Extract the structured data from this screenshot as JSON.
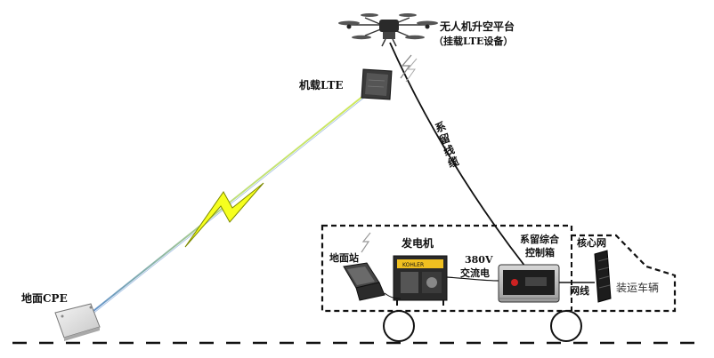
{
  "labels": {
    "uav_platform_line1": "无人机升空平台",
    "uav_platform_line2": "（挂载LTE设备）",
    "airborne_lte": "机载LTE",
    "tether_cable": "系留线缆",
    "ground_cpe": "地面CPE",
    "ground_station": "地面站",
    "generator": "发电机",
    "ac_power_line1": "380V",
    "ac_power_line2": "交流电",
    "tether_control_line1": "系留综合",
    "tether_control_line2": "控制箱",
    "core_network": "核心网",
    "network_cable": "网线",
    "transport_vehicle": "装运车辆",
    "generator_brand": "KOHLER"
  },
  "colors": {
    "lightning": "#f2ff1a",
    "lightning_stroke": "#6b7a00",
    "beam_start": "#6699cc",
    "beam_end": "#ccee66",
    "cable": "#111111"
  }
}
